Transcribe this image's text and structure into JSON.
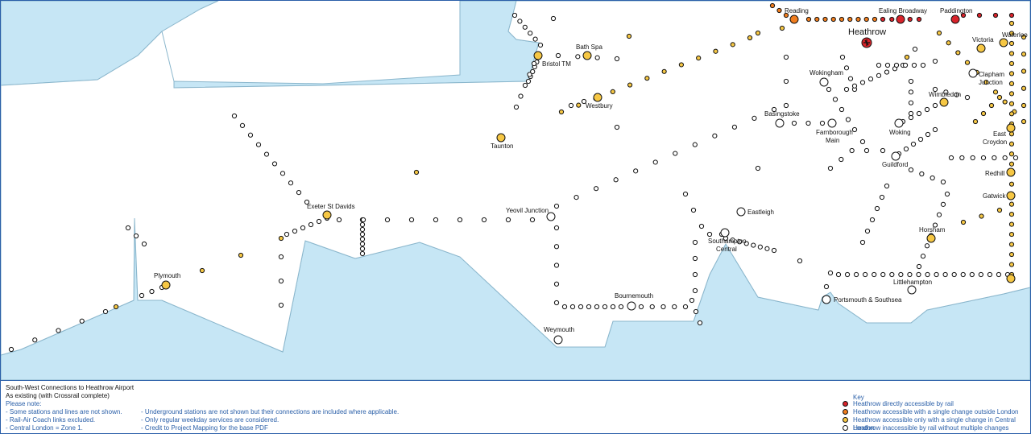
{
  "colors": {
    "sea": "#c6e6f5",
    "coast": "#8ab6cc",
    "direct": "#d8232a",
    "single_change_outside": "#f07d1e",
    "single_change_central": "#f6c744",
    "inaccessible": "#ffffff",
    "text_blue": "#2a5fa8"
  },
  "map": {
    "airport_icon": "plane-icon",
    "labels": [
      {
        "id": "reading",
        "text": "Reading"
      },
      {
        "id": "ealing",
        "text": "Ealing Broadway"
      },
      {
        "id": "paddington",
        "text": "Paddington"
      },
      {
        "id": "heathrow",
        "text": "Heathrow"
      },
      {
        "id": "bathspa",
        "text": "Bath Spa"
      },
      {
        "id": "bristol",
        "text": "Bristol TM"
      },
      {
        "id": "victoria",
        "text": "Victoria"
      },
      {
        "id": "waterloo",
        "text": "Waterloo"
      },
      {
        "id": "clapham1",
        "text": "Clapham"
      },
      {
        "id": "clapham2",
        "text": "Junction"
      },
      {
        "id": "wokingham",
        "text": "Wokingham"
      },
      {
        "id": "westbury",
        "text": "Westbury"
      },
      {
        "id": "wimbledon",
        "text": "Wimbledon"
      },
      {
        "id": "basingstoke",
        "text": "Basingstoke"
      },
      {
        "id": "farn1",
        "text": "Farnborough"
      },
      {
        "id": "farn2",
        "text": "Main"
      },
      {
        "id": "woking",
        "text": "Woking"
      },
      {
        "id": "east",
        "text": "East"
      },
      {
        "id": "croydon",
        "text": "Croydon"
      },
      {
        "id": "taunton",
        "text": "Taunton"
      },
      {
        "id": "guildford",
        "text": "Guildford"
      },
      {
        "id": "redhill",
        "text": "Redhill"
      },
      {
        "id": "gatwick",
        "text": "Gatwick"
      },
      {
        "id": "exeter",
        "text": "Exeter St Davids"
      },
      {
        "id": "yeovil",
        "text": "Yeovil Junction"
      },
      {
        "id": "eastleigh",
        "text": "Eastleigh"
      },
      {
        "id": "horsham",
        "text": "Horsham"
      },
      {
        "id": "soton1",
        "text": "Southampton"
      },
      {
        "id": "soton2",
        "text": "Central"
      },
      {
        "id": "plymouth",
        "text": "Plymouth"
      },
      {
        "id": "littlehampton",
        "text": "Littlehampton"
      },
      {
        "id": "bournemouth",
        "text": "Bournemouth"
      },
      {
        "id": "portsmouth",
        "text": "Portsmouth & Southsea"
      },
      {
        "id": "weymouth",
        "text": "Weymouth"
      }
    ]
  },
  "footer": {
    "title": "South-West Connections to Heathrow Airport",
    "subtitle": "As existing (with Crossrail complete)",
    "note_heading": "Please note:",
    "notes_left": [
      "- Some stations and lines are not shown.",
      "- Rail-Air Coach links excluded.",
      "- Central London = Zone 1."
    ],
    "notes_right": [
      "- Underground stations are not shown but their connections are included where applicable.",
      "- Only regular weekday services are considered.",
      "- Credit to Project Mapping for the base PDF"
    ],
    "key": {
      "heading": "Key",
      "items": [
        {
          "label": "Heathrow directly accessible by rail",
          "color": "#d8232a"
        },
        {
          "label": "Heathrow accessible with a single change outside London",
          "color": "#f07d1e"
        },
        {
          "label": "Heathrow accessible only with a single change in Central London",
          "color": "#f6c744"
        },
        {
          "label": "Heathrow inaccessible by rail without multiple changes",
          "color": "#ffffff"
        }
      ]
    }
  }
}
